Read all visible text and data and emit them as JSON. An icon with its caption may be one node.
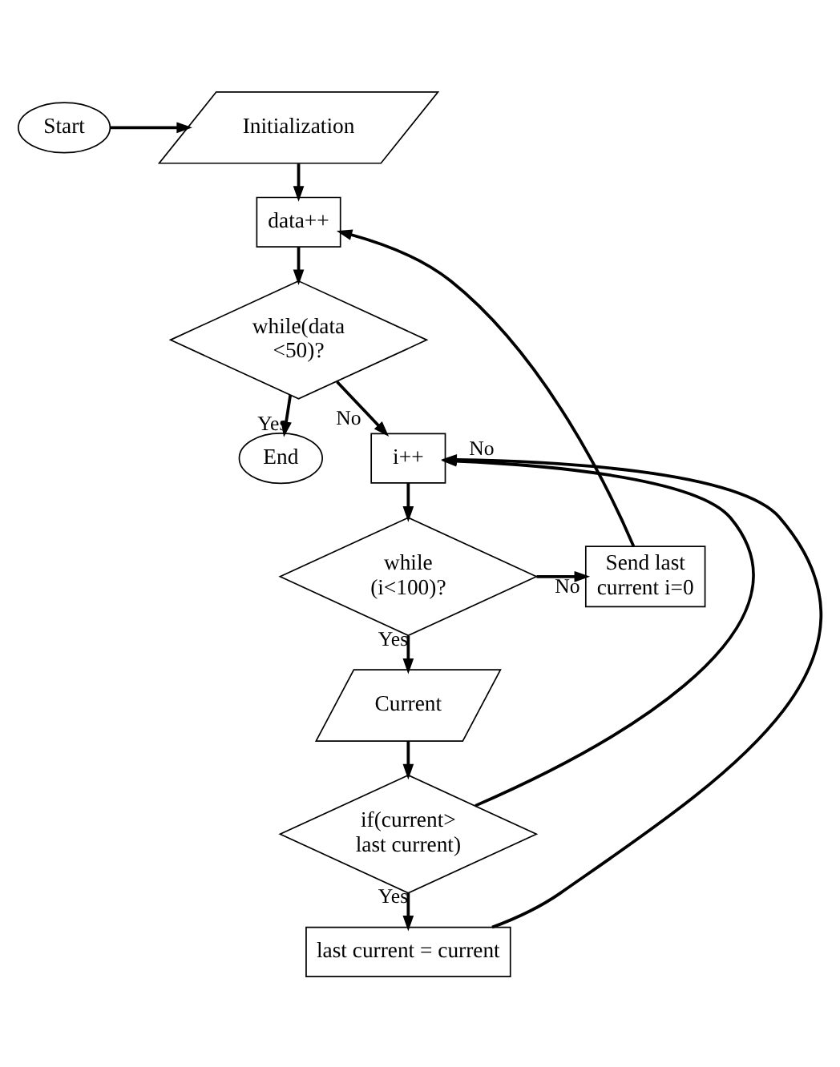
{
  "diagram": {
    "nodes": [
      {
        "text": [
          "Start"
        ]
      },
      {
        "text": [
          "Initialization"
        ]
      },
      {
        "text": [
          "data++"
        ]
      },
      {
        "text": [
          "while(data <50)?"
        ]
      },
      {
        "text": [
          "End"
        ]
      },
      {
        "text": [
          "i++"
        ]
      },
      {
        "text": [
          "while (i<100)?"
        ]
      },
      {
        "text": [
          "Send last current i=0"
        ]
      },
      {
        "text": [
          "Current"
        ]
      },
      {
        "text": [
          "if(current> last current)"
        ]
      },
      {
        "text": [
          "last current = current"
        ]
      }
    ],
    "edges": [
      {
        "from": 0,
        "to": 1,
        "arrow": "to"
      },
      {
        "from": 1,
        "to": 2,
        "arrow": "to"
      },
      {
        "from": 2,
        "to": 3,
        "arrow": "to"
      },
      {
        "from": 3,
        "to": 4,
        "arrow": "to",
        "label": "Yes"
      },
      {
        "from": 3,
        "to": 5,
        "arrow": "to",
        "label": "No"
      },
      {
        "from": 5,
        "to": 6,
        "arrow": "to"
      },
      {
        "from": 6,
        "to": 7,
        "arrow": "to",
        "label": "No"
      },
      {
        "from": 7,
        "to": 2,
        "arrow": "to"
      },
      {
        "from": 6,
        "to": 8,
        "arrow": "to",
        "label": "Yes"
      },
      {
        "from": 8,
        "to": 9,
        "arrow": "to"
      },
      {
        "from": 9,
        "to": 5,
        "arrow": "to",
        "label": "No"
      },
      {
        "from": 9,
        "to": 10,
        "arrow": "to",
        "label": "Yes"
      },
      {
        "from": 10,
        "to": 5,
        "arrow": "to"
      }
    ]
  }
}
